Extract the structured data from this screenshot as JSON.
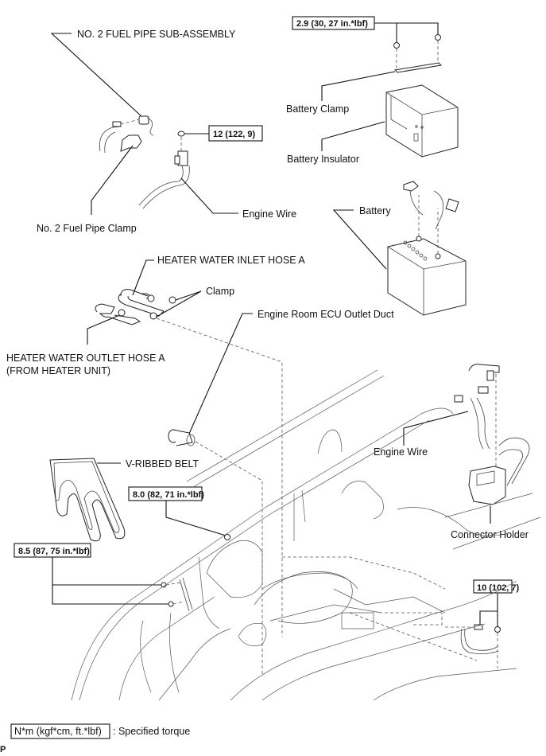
{
  "title": "Engine room component removal diagram",
  "labels": {
    "fuel_pipe_sub_assembly": "NO. 2 FUEL PIPE SUB-ASSEMBLY",
    "fuel_pipe_clamp": "No. 2 Fuel Pipe Clamp",
    "engine_wire_top": "Engine Wire",
    "battery_clamp": "Battery Clamp",
    "battery_insulator": "Battery Insulator",
    "battery": "Battery",
    "heater_inlet_hose": "HEATER WATER INLET HOSE A",
    "clamp": "Clamp",
    "heater_outlet_hose_line1": "HEATER WATER OUTLET HOSE A",
    "heater_outlet_hose_line2": "(FROM HEATER UNIT)",
    "ecu_outlet_duct": "Engine Room ECU Outlet Duct",
    "engine_wire_right": "Engine Wire",
    "connector_holder": "Connector Holder",
    "v_ribbed_belt": "V-RIBBED BELT"
  },
  "torques": {
    "battery_clamp_nut": "2.9 (30, 27 in.*lbf)",
    "engine_wire_nut": "12 (122, 9)",
    "ecu_duct_bolt": "8.0 (82, 71 in.*lbf)",
    "bracket_bolts": "8.5 (87, 75 in.*lbf)",
    "ground_bolts": "10 (102, 7)"
  },
  "legend": {
    "unit_box": "N*m (kgf*cm, ft.*lbf)",
    "description": ": Specified torque"
  },
  "footer_mark": "P"
}
